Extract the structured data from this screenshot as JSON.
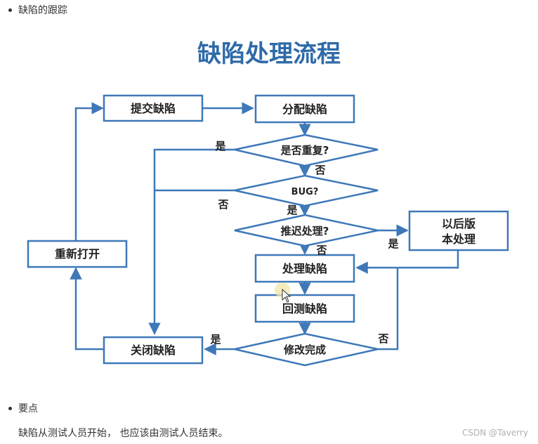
{
  "header": {
    "bullet": "缺陷的跟踪"
  },
  "diagram": {
    "title": "缺陷处理流程",
    "boxes": {
      "submit": "提交缺陷",
      "assign": "分配缺陷",
      "later_line1": "以后版",
      "later_line2": "本处理",
      "reopen": "重新打开",
      "process": "处理缺陷",
      "retest": "回测缺陷",
      "close": "关闭缺陷"
    },
    "decisions": {
      "duplicate": "是否重复?",
      "bug": "BUG?",
      "defer": "推迟处理?",
      "done": "修改完成"
    },
    "labels": {
      "yes": "是",
      "no": "否"
    }
  },
  "footer": {
    "section": "要点",
    "note": "缺陷从测试人员开始，  也应该由测试人员结束。",
    "watermark": "CSDN @Taverry"
  },
  "colors": {
    "title": "#2e6aa8",
    "stroke": "#3e78b8",
    "edge_label": "#222222"
  }
}
